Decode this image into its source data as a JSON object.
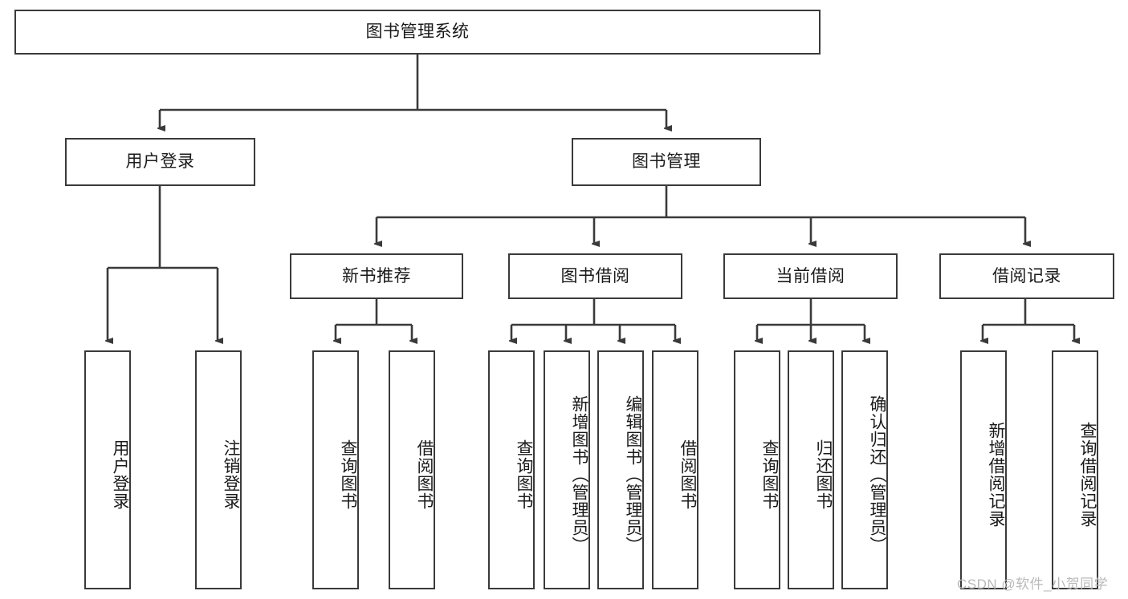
{
  "diagram": {
    "title": "图书管理系统",
    "type": "tree-hierarchy",
    "root": {
      "label": "图书管理系统"
    },
    "level2": [
      {
        "label": "用户登录"
      },
      {
        "label": "图书管理"
      }
    ],
    "level3": [
      {
        "label": "新书推荐"
      },
      {
        "label": "图书借阅"
      },
      {
        "label": "当前借阅"
      },
      {
        "label": "借阅记录"
      }
    ],
    "leaves": {
      "user_login": [
        {
          "label": "用户登录"
        },
        {
          "label": "注销登录"
        }
      ],
      "new_book_recommend": [
        {
          "label": "查询图书"
        },
        {
          "label": "借阅图书"
        }
      ],
      "book_borrow": [
        {
          "label": "查询图书"
        },
        {
          "label": "新增图书（管理员）"
        },
        {
          "label": "编辑图书（管理员）"
        },
        {
          "label": "借阅图书"
        }
      ],
      "current_borrow": [
        {
          "label": "查询图书"
        },
        {
          "label": "归还图书"
        },
        {
          "label": "确认归还（管理员）"
        }
      ],
      "borrow_record": [
        {
          "label": "新增借阅记录"
        },
        {
          "label": "查询借阅记录"
        }
      ]
    }
  },
  "watermark": {
    "text": "CSDN @软件_小贺同学"
  },
  "colors": {
    "stroke": "#3a3a3a",
    "box_fill": "#ffffff",
    "text": "#1a1a1a",
    "watermark": "#b9b9b9",
    "background": "#ffffff"
  }
}
